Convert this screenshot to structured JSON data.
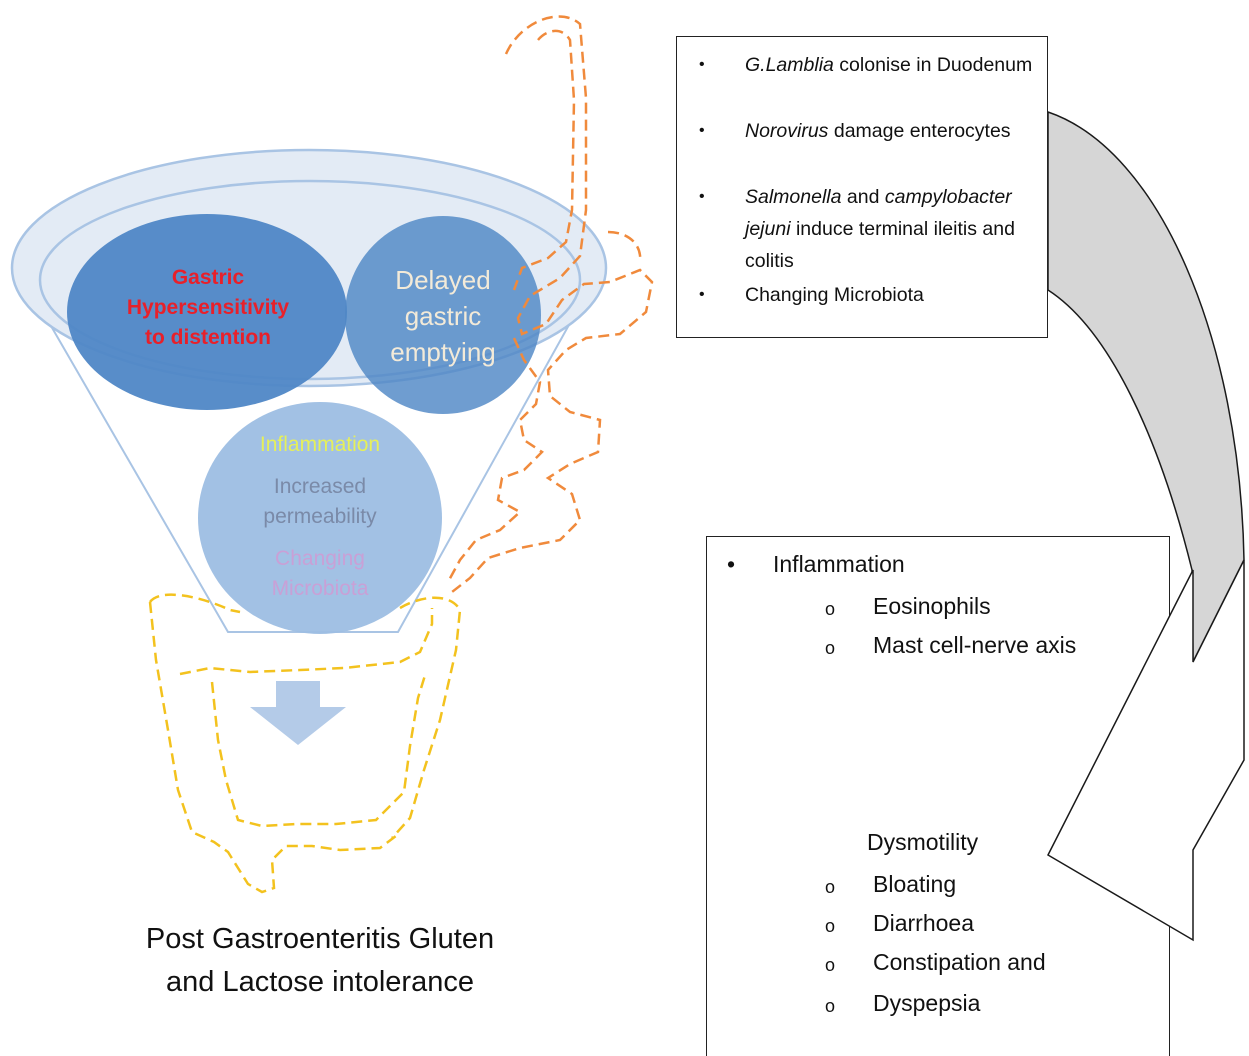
{
  "funnel": {
    "circle_gastric": {
      "lines": [
        "Gastric",
        "Hypersensitivity",
        "to distention"
      ],
      "color": "#e8202a"
    },
    "circle_delayed": {
      "lines": [
        "Delayed",
        "gastric",
        "emptying"
      ],
      "color": "#f3ead8"
    },
    "circle_mechanisms": {
      "inflammation": "Inflammation",
      "permeability_lines": [
        "Increased",
        "permeability"
      ],
      "microbiota_lines": [
        "Changing",
        "Microbiota"
      ],
      "colors": {
        "inflammation": "#e6f05a",
        "permeability": "#7a8aa8",
        "microbiota": "#c9a0d6"
      }
    }
  },
  "pathogen_box": {
    "items": [
      {
        "italic": "G.Lamblia",
        "rest": " colonise in Duodenum"
      },
      {
        "italic": "Norovirus",
        "rest": " damage enterocytes"
      },
      {
        "italic": "Salmonella",
        "rest": " and ",
        "italic2": "campylobacter jejuni",
        "rest2": " induce terminal ileitis and colitis"
      },
      {
        "italic": "",
        "rest": "Changing Microbiota"
      }
    ],
    "bullet": "•"
  },
  "symptom_box": {
    "bullet": "•",
    "sub_bullet": "o",
    "heading": "Inflammation",
    "inflammation_items": [
      "Eosinophils",
      "Mast cell-nerve axis"
    ],
    "dysmotility": "Dysmotility",
    "symptom_items": [
      "Bloating",
      "Diarrhoea",
      "Constipation and",
      "Dyspepsia"
    ]
  },
  "result": {
    "lines": [
      "Post Gastroenteritis Gluten",
      "and Lactose intolerance"
    ]
  },
  "colors": {
    "funnel_fill": "#dce6f2",
    "funnel_stroke": "#a9c4e4",
    "circle_dark": "#4f87c6",
    "circle_light": "#9dbee3",
    "duodenum_dash": "#f08a3c",
    "colon_dash": "#f3c21e",
    "curved_arrow_fill": "#d6d6d6",
    "down_arrow": "#b4cbe8"
  }
}
